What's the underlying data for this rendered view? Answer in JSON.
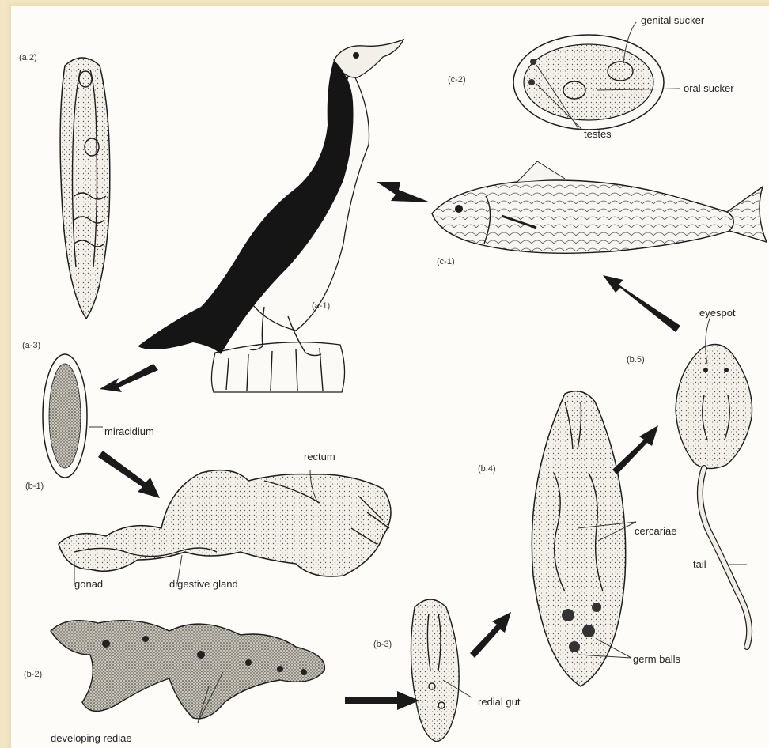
{
  "panels": {
    "a1": "(a-1)",
    "a2": "(a.2)",
    "a3": "(a-3)",
    "b1": "(b-1)",
    "b2": "(b-2)",
    "b3": "(b-3)",
    "b4": "(b.4)",
    "b5": "(b.5)",
    "c1": "(c-1)",
    "c2": "(c-2)"
  },
  "labels": {
    "genital_sucker": "genital sucker",
    "oral_sucker": "oral sucker",
    "testes": "testes",
    "eyespot": "eyespot",
    "miracidium": "miracidium",
    "rectum": "rectum",
    "gonad": "gonad",
    "digestive_gland": "digestive gland",
    "cercariae": "cercariae",
    "tail": "tail",
    "germ_balls": "germ balls",
    "redial_gut": "redial gut",
    "developing_rediae": "developing rediae"
  },
  "colors": {
    "page_border": "#f3e6c4",
    "ink": "#1c1c1c"
  }
}
